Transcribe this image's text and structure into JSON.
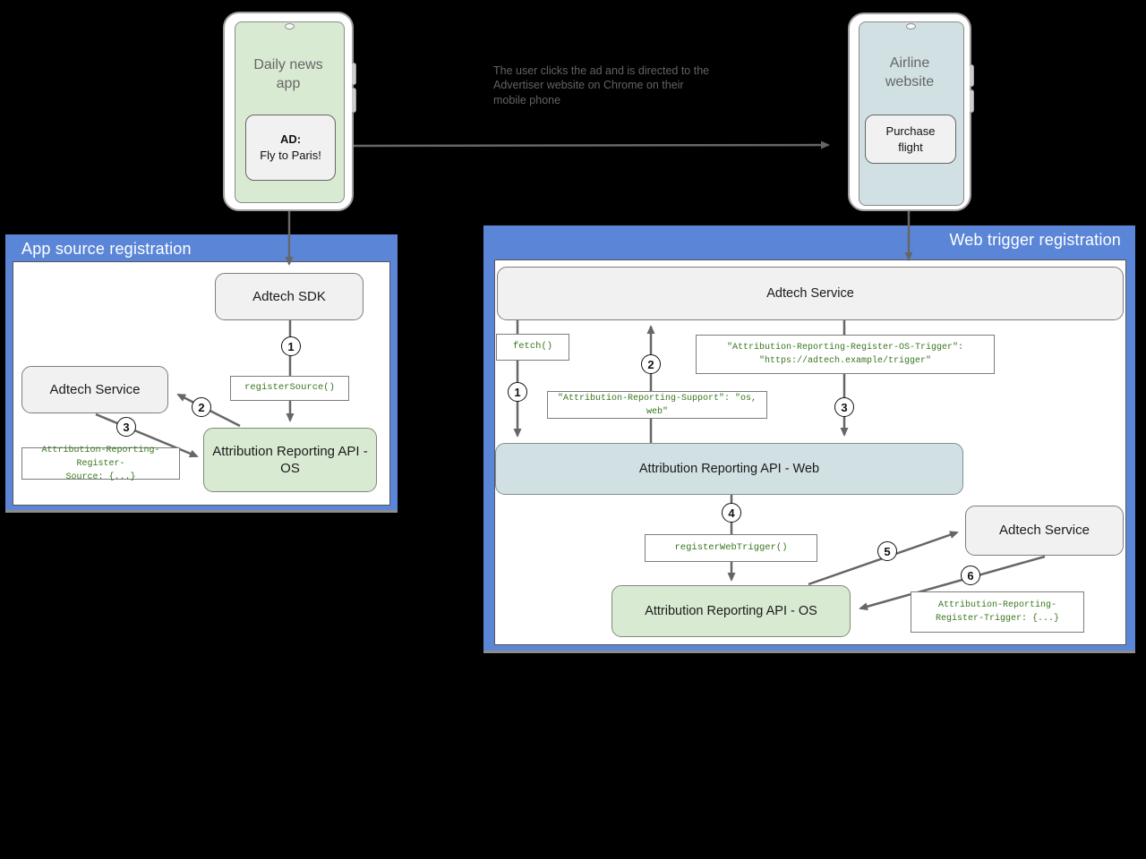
{
  "annotation": "The user clicks the ad and is directed to the Advertiser website on Chrome on their mobile phone",
  "phone_left": {
    "title": "Daily news\napp",
    "ad_label": "AD:",
    "ad_text": "Fly to Paris!"
  },
  "phone_right": {
    "title": "Airline\nwebsite",
    "button": "Purchase\nflight"
  },
  "panel_left": {
    "title": "App source registration",
    "adtech_sdk": "Adtech SDK",
    "register_source": "registerSource()",
    "adtech_service": "Adtech Service",
    "source_header": "Attribution-Reporting-Register-\nSource: {...}",
    "api_os": "Attribution Reporting API - OS",
    "steps": [
      "1",
      "2",
      "3"
    ]
  },
  "panel_right": {
    "title": "Web trigger registration",
    "adtech_service_top": "Adtech Service",
    "fetch": "fetch()",
    "support_header": "\"Attribution-Reporting-Support\": \"os, web\"",
    "os_trigger_header": "\"Attribution-Reporting-Register-OS-Trigger\":\n\"https://adtech.example/trigger\"",
    "api_web": "Attribution Reporting API - Web",
    "register_web_trigger": "registerWebTrigger()",
    "api_os": "Attribution Reporting API - OS",
    "adtech_service_right": "Adtech Service",
    "trigger_header": "Attribution-Reporting-\nRegister-Trigger: {...}",
    "steps": [
      "1",
      "2",
      "3",
      "4",
      "5",
      "6"
    ]
  },
  "colors": {
    "panel_blue": "#5b86d8",
    "box_gray": "#f1f1f1",
    "box_green": "#d9ead3",
    "box_blue": "#d0e0e3",
    "code_green": "#38761d",
    "arrow_gray": "#666666",
    "background": "#000000"
  }
}
